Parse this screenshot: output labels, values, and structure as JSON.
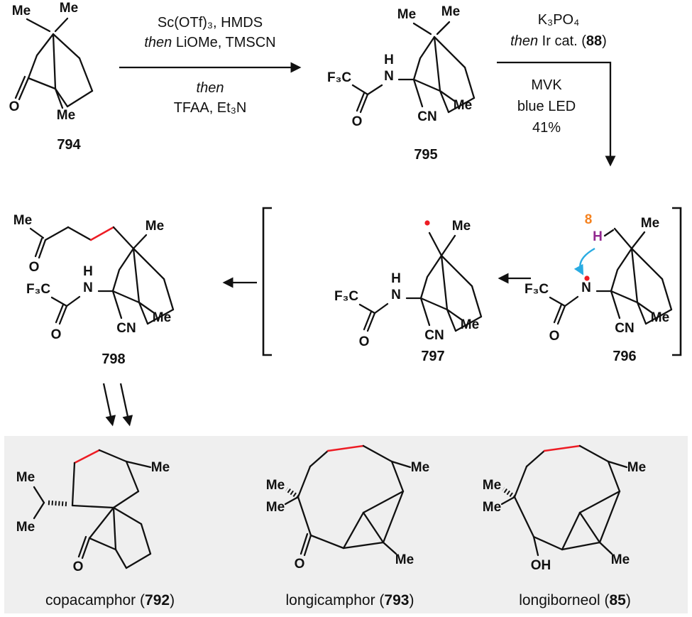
{
  "colors": {
    "ink": "#111111",
    "new_bond_red": "#ed1c24",
    "abstracted_h_purple": "#92278f",
    "position_orange": "#f5821f",
    "curved_arrow_blue": "#29abe2",
    "panel_gray": "#efefef"
  },
  "arrow1": {
    "line1": "Sc(OTf)₃, HMDS",
    "then1": "then",
    "line2": " LiOMe, TMSCN",
    "then2": "then",
    "line3": "TFAA, Et₃N"
  },
  "arrow2": {
    "line1": "K₃PO₄",
    "then": "then",
    "mid": " Ir cat. (",
    "cat_num": "88",
    "close": ")",
    "cond1": "MVK",
    "cond2": "blue LED",
    "cond3": "41%"
  },
  "labels": {
    "me": "Me",
    "o": "O",
    "h": "H",
    "n": "N",
    "cn": "CN",
    "f3c": "F₃C",
    "oh": "OH",
    "site": "8",
    "h_abstracted": "H"
  },
  "compounds": {
    "n794": "794",
    "n795": "795",
    "n796": "796",
    "n797": "797",
    "n798": "798"
  },
  "products": {
    "p1": "copacamphor (",
    "p1n": "792",
    "p2": "longicamphor (",
    "p2n": "793",
    "p3": "longiborneol (",
    "p3n": "85",
    "paren": ")"
  }
}
